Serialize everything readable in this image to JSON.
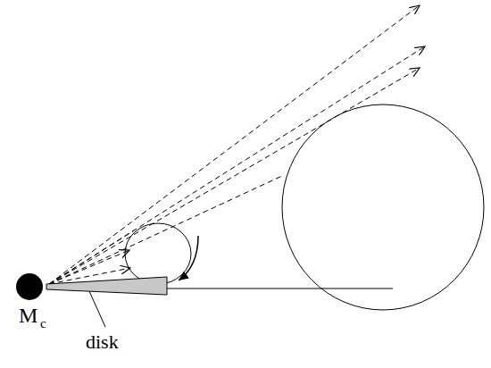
{
  "diagram": {
    "labels": [
      "M",
      "c",
      "disk"
    ]
  }
}
